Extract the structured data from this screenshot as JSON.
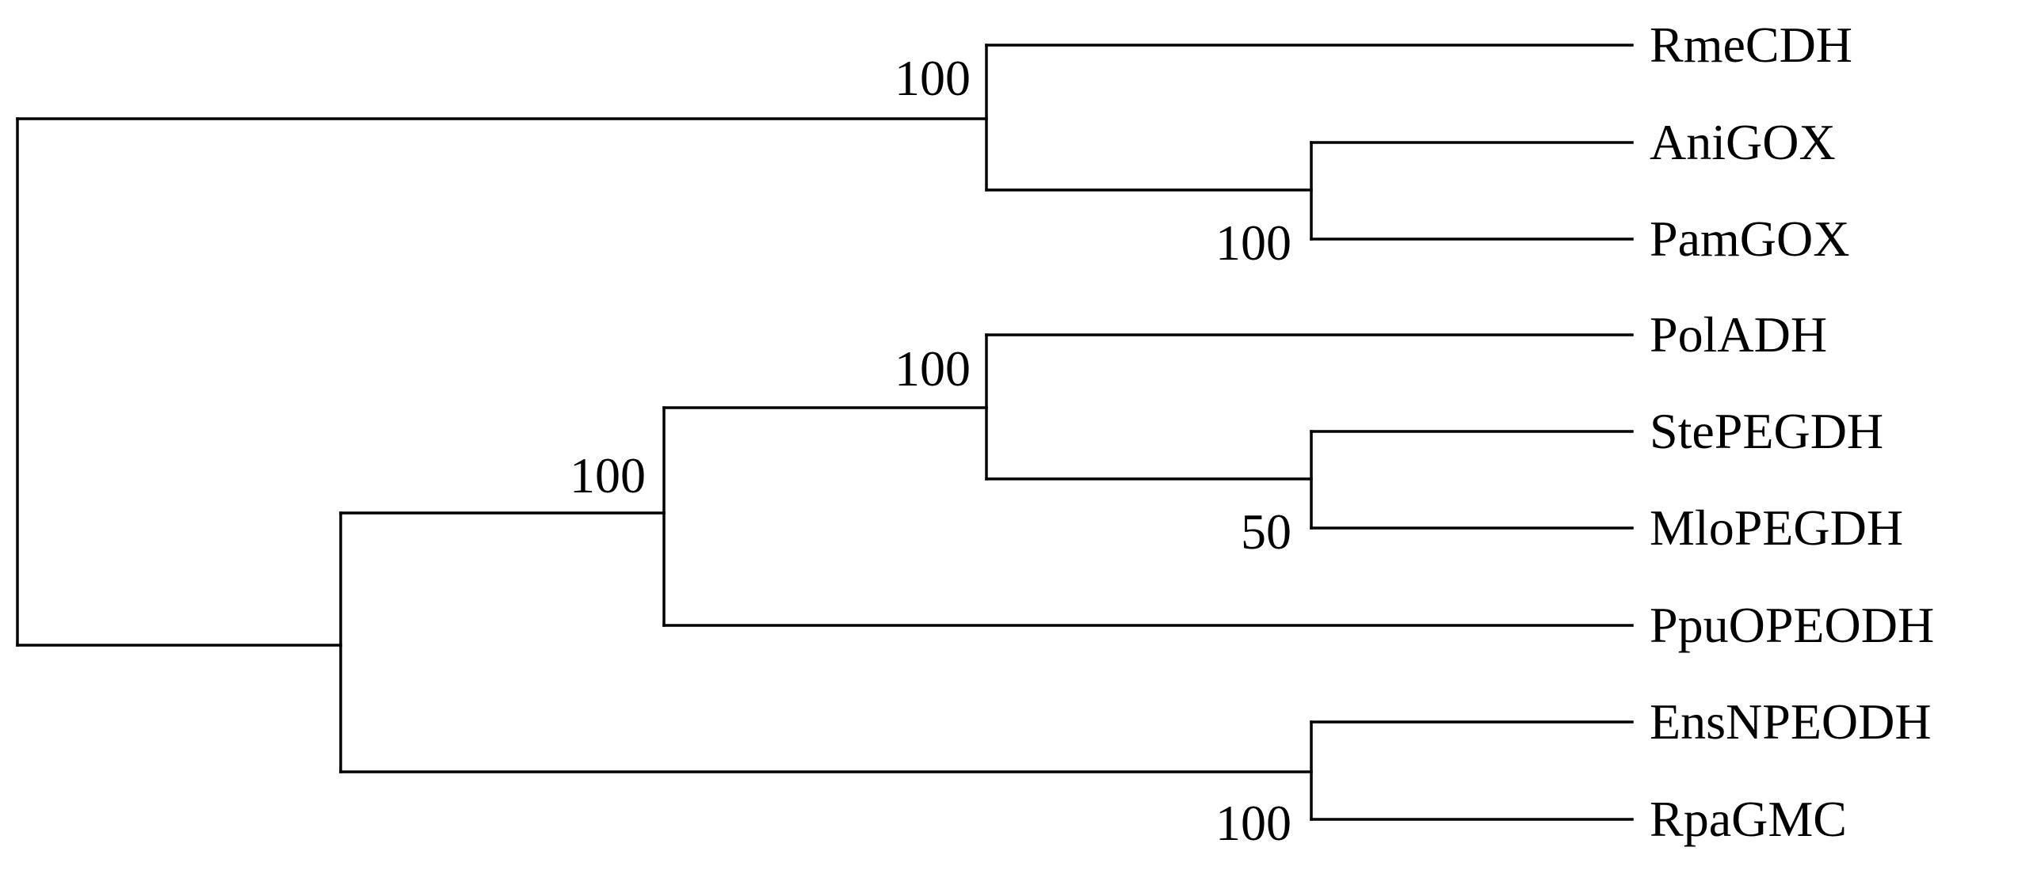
{
  "tree": {
    "taxa": [
      {
        "id": "rmecdh",
        "label": "RmeCDH"
      },
      {
        "id": "anigox",
        "label": "AniGOX"
      },
      {
        "id": "pamgox",
        "label": "PamGOX"
      },
      {
        "id": "poladh",
        "label": "PolADH"
      },
      {
        "id": "stepegdh",
        "label": "StePEGDH"
      },
      {
        "id": "mlopegdh",
        "label": "MloPEGDH"
      },
      {
        "id": "ppuopeodh",
        "label": "PpuOPEODH"
      },
      {
        "id": "ensnpeodh",
        "label": "EnsNPEODH"
      },
      {
        "id": "rpagmc",
        "label": "RpaGMC"
      }
    ],
    "bootstrap": {
      "gox_cdh_clade": "100",
      "gox_pair": "100",
      "adh_pegdh_clade": "100",
      "alcohol_dh_clade": "100",
      "pegdh_pair": "50",
      "npeodh_gmc_pair": "100"
    }
  },
  "colors": {
    "branch": "#000000",
    "text": "#000000",
    "background": "#ffffff"
  }
}
